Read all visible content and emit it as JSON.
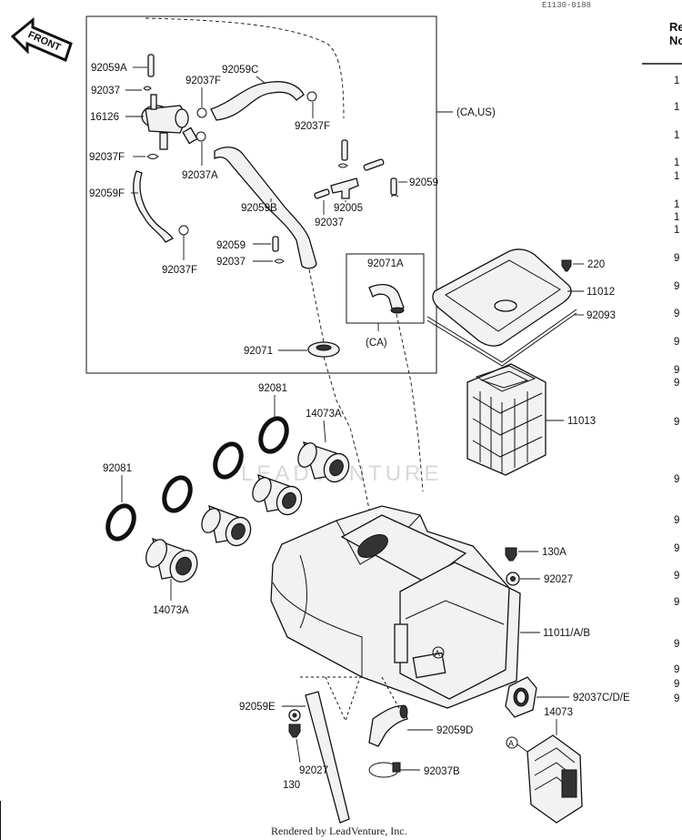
{
  "diagram_code": "E1130-0188",
  "front_label": "FRONT",
  "box_note_main": "(CA,US)",
  "box_note_sub": "(CA)",
  "ref_marker": "A",
  "footer": "Rendered by LeadVenture, Inc.",
  "watermark": "LEADVENTURE",
  "table_header": [
    "Re",
    "No"
  ],
  "table_rows": [
    "1",
    "1",
    "1",
    "1",
    "1",
    "1",
    "1",
    "1",
    "9",
    "9",
    "9",
    "9",
    "9",
    "9",
    "9",
    "9",
    "9",
    "9",
    "9",
    "9",
    "9",
    "9",
    "9",
    "9"
  ],
  "parts": {
    "p92059A": "92059A",
    "p92037_a": "92037",
    "p16126": "16126",
    "p92037F_a": "92037F",
    "p92059C": "92059C",
    "p92037F_b": "92037F",
    "p92037F_c": "92037F",
    "p92037A": "92037A",
    "p92059F": "92059F",
    "p92037F_d": "92037F",
    "p92059B": "92059B",
    "p92005": "92005",
    "p92037_b": "92037",
    "p92059_a": "92059",
    "p92059_b": "92059",
    "p92037_c": "92037",
    "p92071A": "92071A",
    "p92071": "92071",
    "p220": "220",
    "p11012": "11012",
    "p92093": "92093",
    "p11013": "11013",
    "p92081_a": "92081",
    "p14073A_a": "14073A",
    "p92081_b": "92081",
    "p14073A_b": "14073A",
    "p130A": "130A",
    "p92027_a": "92027",
    "p11011": "11011/A/B",
    "p92059E": "92059E",
    "p92059D": "92059D",
    "p92037CDE": "92037C/D/E",
    "p14073": "14073",
    "p92027_b": "92027",
    "p130": "130",
    "p92037B": "92037B"
  },
  "colors": {
    "ink": "#111111",
    "paper": "#ffffff",
    "watermark": "#d8d8d8"
  }
}
